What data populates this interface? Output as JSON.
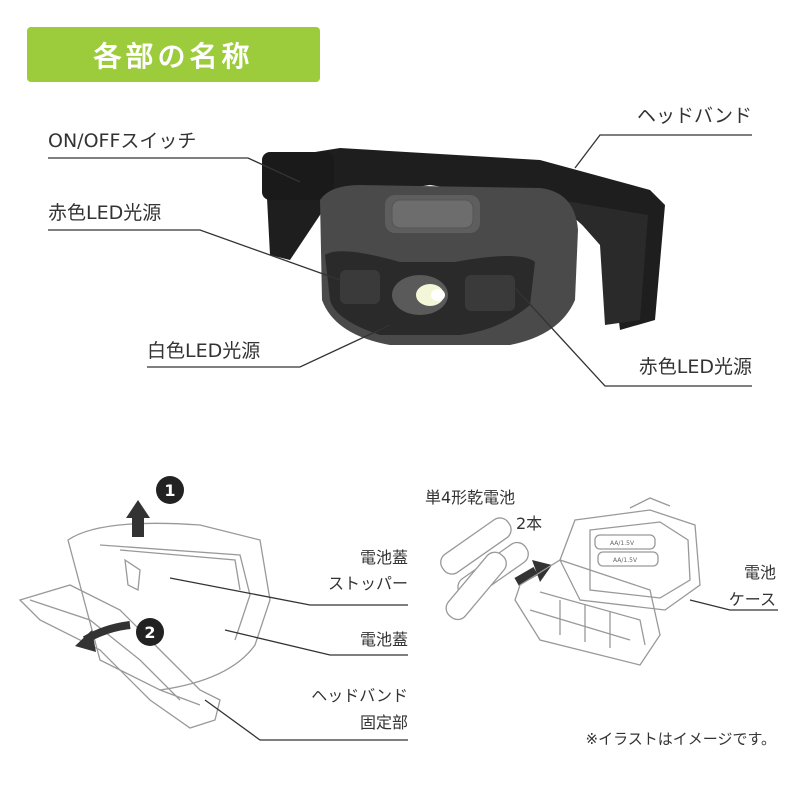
{
  "title": "各部の名称",
  "top_labels": {
    "switch": "ON/OFFスイッチ",
    "red_led_left": "赤色LED光源",
    "white_led": "白色LED光源",
    "headband": "ヘッドバンド",
    "red_led_right": "赤色LED光源"
  },
  "bottom_labels": {
    "battery_cover_stopper_1": "電池蓋",
    "battery_cover_stopper_2": "ストッパー",
    "battery_cover": "電池蓋",
    "headband_fix_1": "ヘッドバンド",
    "headband_fix_2": "固定部",
    "batteries_1": "単4形乾電池",
    "batteries_2": "2本",
    "battery_case_1": "電池",
    "battery_case_2": "ケース",
    "step1": "1",
    "step2": "2",
    "battery_marking": "AA/1.5V"
  },
  "note": "※イラストはイメージです。",
  "colors": {
    "accent": "#9ccc3c",
    "line": "#333333"
  }
}
